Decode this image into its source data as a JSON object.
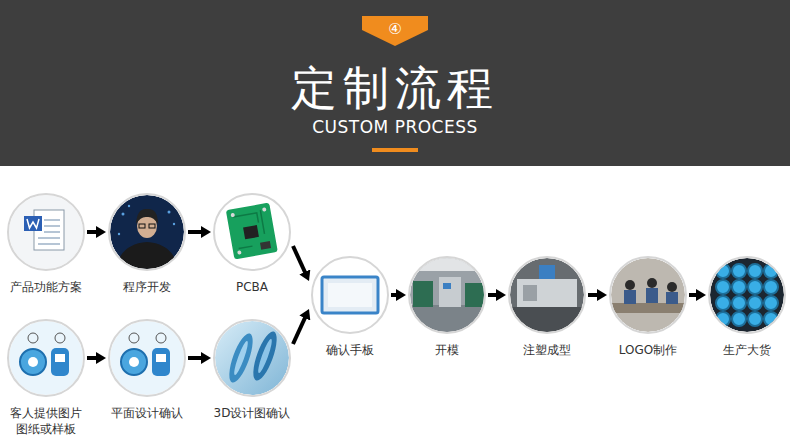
{
  "diagram": {
    "title": "定制流程",
    "nodes": [
      {
        "text": [
          "产品功能方案"
        ]
      },
      {
        "text": [
          "程序开发"
        ]
      },
      {
        "text": [
          "PCBA"
        ]
      },
      {
        "text": [
          "客人提供图片 图纸或样板"
        ]
      },
      {
        "text": [
          "平面设计确认"
        ]
      },
      {
        "text": [
          "3D设计图确认"
        ]
      },
      {
        "text": [
          "确认手板"
        ]
      },
      {
        "text": [
          "开模"
        ]
      },
      {
        "text": [
          "注塑成型"
        ]
      },
      {
        "text": [
          "LOGO制作"
        ]
      },
      {
        "text": [
          "生产大货"
        ]
      }
    ],
    "edges": [
      {
        "from": 0,
        "to": 1,
        "arrow": "to"
      },
      {
        "from": 1,
        "to": 2,
        "arrow": "to"
      },
      {
        "from": 2,
        "to": 6,
        "arrow": "to"
      },
      {
        "from": 3,
        "to": 4,
        "arrow": "to"
      },
      {
        "from": 4,
        "to": 5,
        "arrow": "to"
      },
      {
        "from": 5,
        "to": 6,
        "arrow": "to"
      },
      {
        "from": 6,
        "to": 7,
        "arrow": "to"
      },
      {
        "from": 7,
        "to": 8,
        "arrow": "to"
      },
      {
        "from": 8,
        "to": 9,
        "arrow": "to"
      },
      {
        "from": 9,
        "to": 10,
        "arrow": "to"
      }
    ],
    "labels": [
      "④",
      "CUSTOM PROCESS"
    ]
  }
}
